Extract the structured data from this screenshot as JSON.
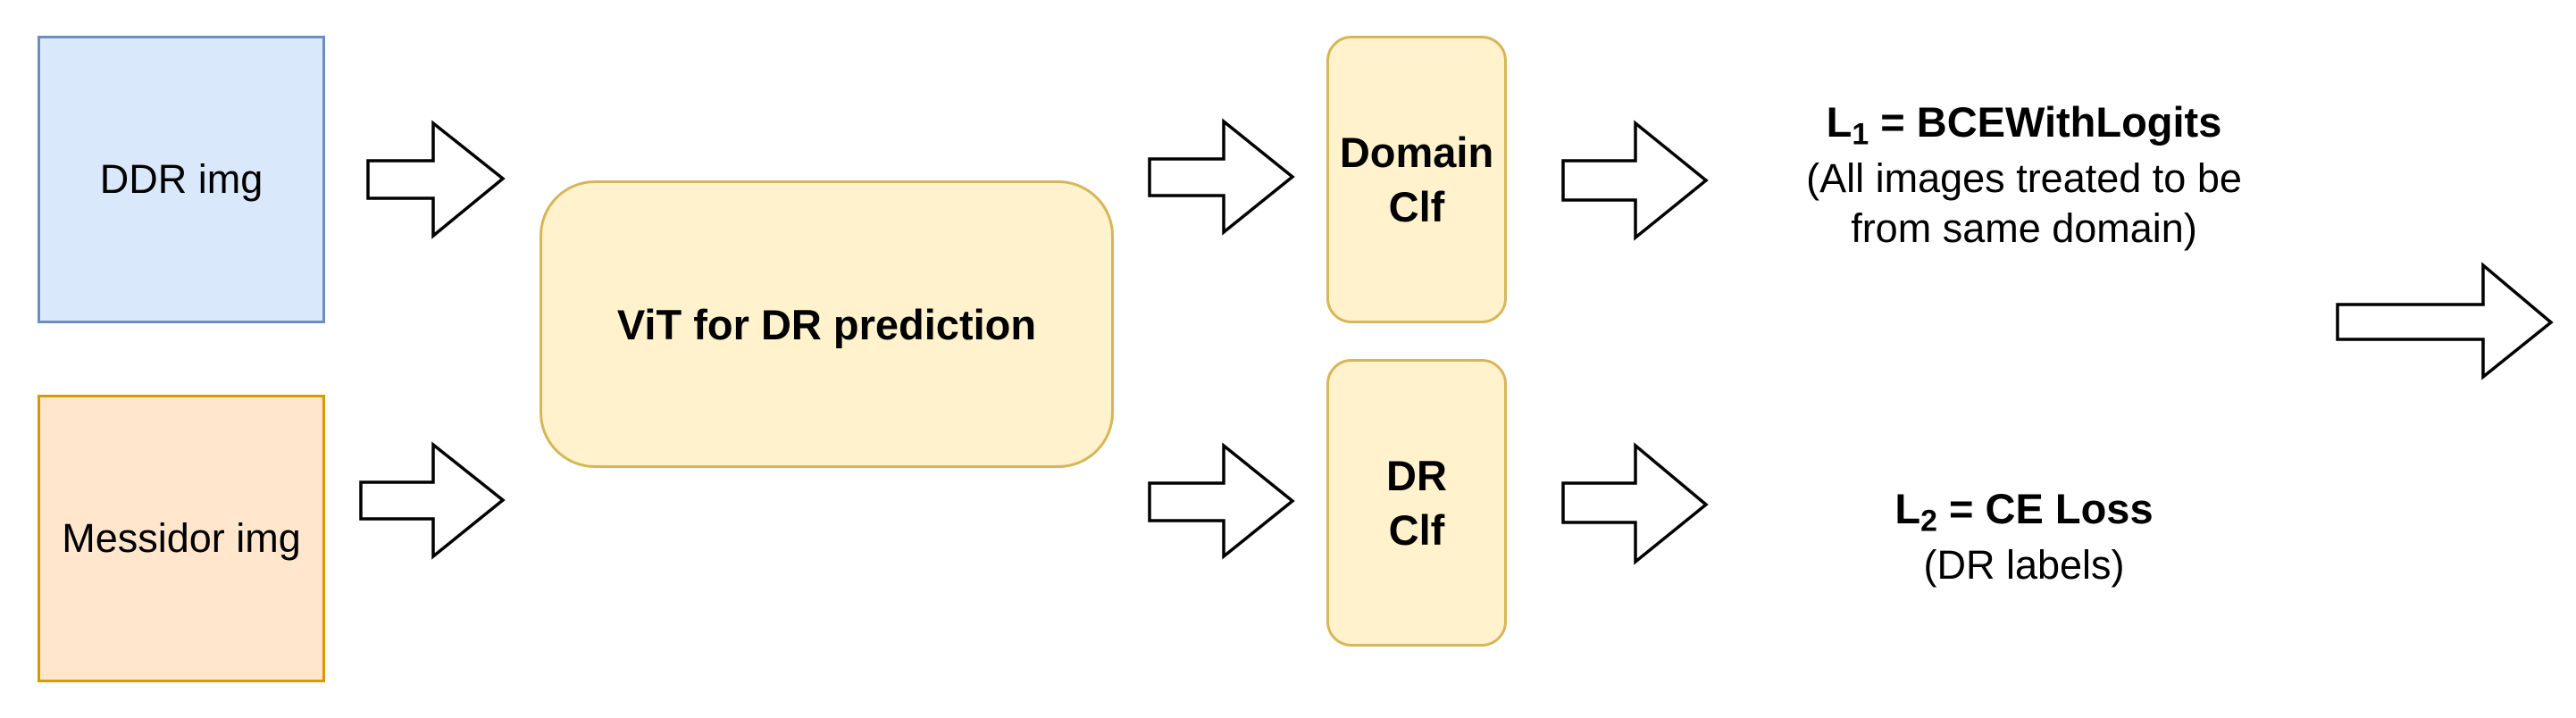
{
  "inputs": {
    "ddr": "DDR img",
    "messidor": "Messidor img"
  },
  "model": {
    "label": "ViT for DR prediction"
  },
  "heads": {
    "domain": {
      "line1": "Domain",
      "line2": "Clf"
    },
    "dr": {
      "line1": "DR",
      "line2": "Clf"
    }
  },
  "losses": {
    "l1": {
      "symbol": "L",
      "subscript": "1",
      "formula": " = BCEWithLogits",
      "note_line1": "(All images treated to be",
      "note_line2": "from same domain)"
    },
    "l2": {
      "symbol": "L",
      "subscript": "2",
      "formula": " = CE Loss",
      "note_line1": "(DR labels)"
    }
  },
  "colors": {
    "ddr_fill": "#dae8fc",
    "ddr_stroke": "#6c8ebf",
    "messidor_fill": "#ffe6cc",
    "messidor_stroke": "#d79b00",
    "block_fill": "#fff2cc",
    "block_stroke": "#d6b656"
  }
}
